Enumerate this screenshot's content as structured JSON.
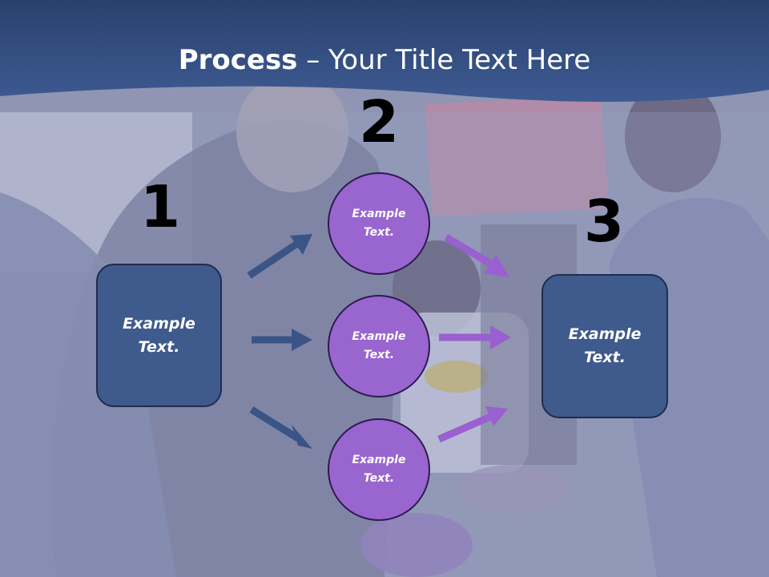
{
  "title": {
    "bold": "Process",
    "rest": " – Your Title Text Here"
  },
  "steps": {
    "one": "1",
    "two": "2",
    "three": "3"
  },
  "boxes": {
    "left": {
      "line1": "Example",
      "line2": "Text."
    },
    "right": {
      "line1": "Example",
      "line2": "Text."
    }
  },
  "circles": [
    {
      "line1": "Example",
      "line2": "Text."
    },
    {
      "line1": "Example",
      "line2": "Text."
    },
    {
      "line1": "Example",
      "line2": "Text."
    }
  ],
  "colors": {
    "banner": "#2f4a7c",
    "box": "#3f5a8c",
    "circle": "#9965cf",
    "blue_arrow": "#3a5585",
    "purple_arrow": "#9a5fd0"
  }
}
